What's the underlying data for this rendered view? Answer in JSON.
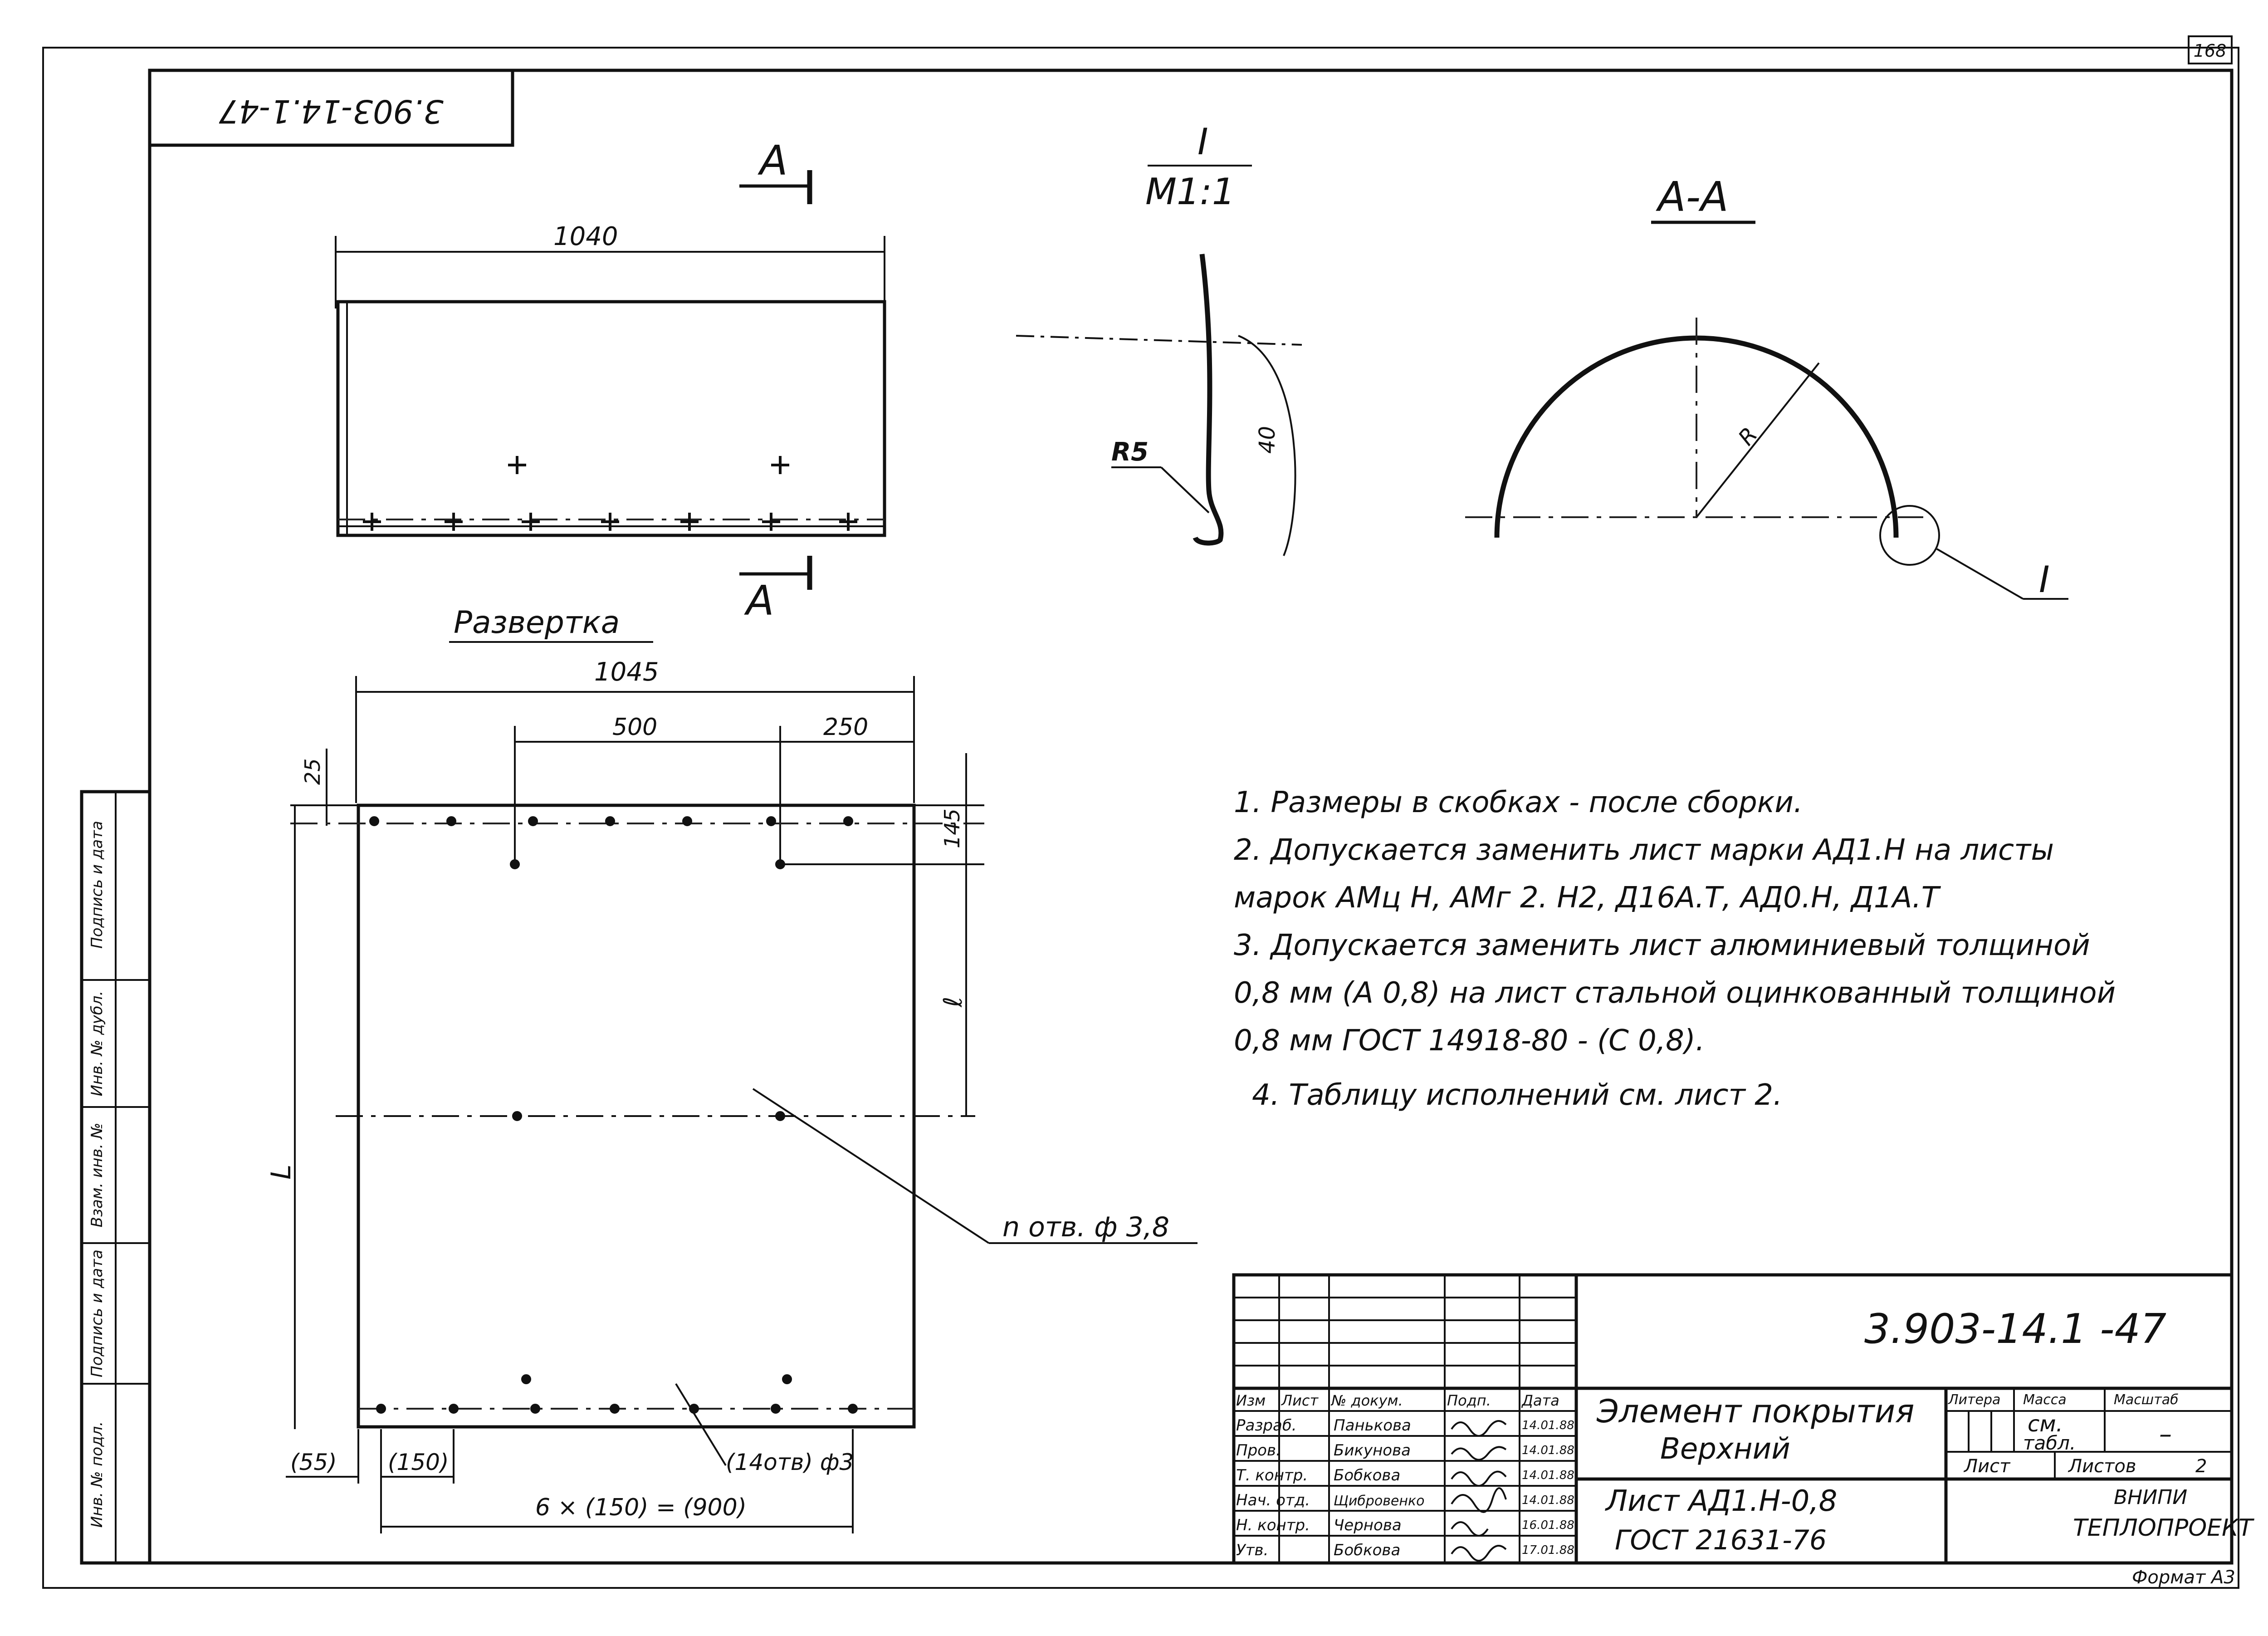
{
  "sheet": {
    "page_number": "168",
    "format_label": "Формат А3",
    "rotated_code": "3.903-14.1-47"
  },
  "view_front": {
    "section_mark_top": "А",
    "section_mark_bottom": "А",
    "dim_width": "1040"
  },
  "detail": {
    "title": "I",
    "scale": "M1:1",
    "radius_label": "R5",
    "length_label": "40"
  },
  "section_aa": {
    "title": "А-А",
    "radius_label": "R",
    "callout": "I"
  },
  "development": {
    "title": "Развертка",
    "dim_overall": "1045",
    "dim_500": "500",
    "dim_250": "250",
    "dim_25": "25",
    "dim_145": "145",
    "dim_l_small": "ℓ",
    "dim_L": "L",
    "holes_note": "n отв. ф 3,8",
    "holes_bottom": "(14отв) ф3",
    "dim_55": "(55)",
    "dim_150": "(150)",
    "dim_chain": "6 × (150) = (900)"
  },
  "notes": [
    "1. Размеры в скобках - после сборки.",
    "2. Допускается заменить лист марки АД1.Н на листы",
    "марок АМц Н, АМг 2. Н2, Д16А.Т, АД0.Н, Д1А.Т",
    "3. Допускается заменить лист алюминиевый толщиной",
    "0,8 мм (А 0,8) на лист стальной оцинкованный толщиной",
    "0,8 мм ГОСТ 14918-80 - (С 0,8).",
    "4. Таблицу исполнений см. лист 2."
  ],
  "side_stamp": [
    "Инв. № подл.",
    "Подпись и дата",
    "Взам. инв. №",
    "Инв. № дубл.",
    "Подпись и дата"
  ],
  "title_block": {
    "code": "3.903-14.1 -47",
    "product_name_1": "Элемент покрытия",
    "product_name_2": "Верхний",
    "material_1": "Лист АД1.Н-0,8",
    "material_2": "ГОСТ 21631-76",
    "col_headers": [
      "Изм",
      "Лист",
      "№ докум.",
      "Подп.",
      "Дата"
    ],
    "roles": [
      "Разраб.",
      "Пров.",
      "Т. контр.",
      "Нач. отд.",
      "Н. контр.",
      "Утв."
    ],
    "names": [
      "Панькова",
      "Бикунова",
      "Бобкова",
      "Щибровенко",
      "Чернова",
      "Бобкова"
    ],
    "dates": [
      "14.01.88",
      "14.01.88",
      "14.01.88",
      "14.01.88",
      "16.01.88",
      "17.01.88"
    ],
    "litera_label": "Литера",
    "mass_label": "Масса",
    "scale_label": "Масштаб",
    "mass_value_1": "см.",
    "mass_value_2": "табл.",
    "scale_value": "–",
    "sheet_label": "Лист",
    "sheets_label": "Листов",
    "sheets_value": "2",
    "org_1": "ВНИПИ",
    "org_2": "ТЕПЛОПРОЕКТ"
  }
}
